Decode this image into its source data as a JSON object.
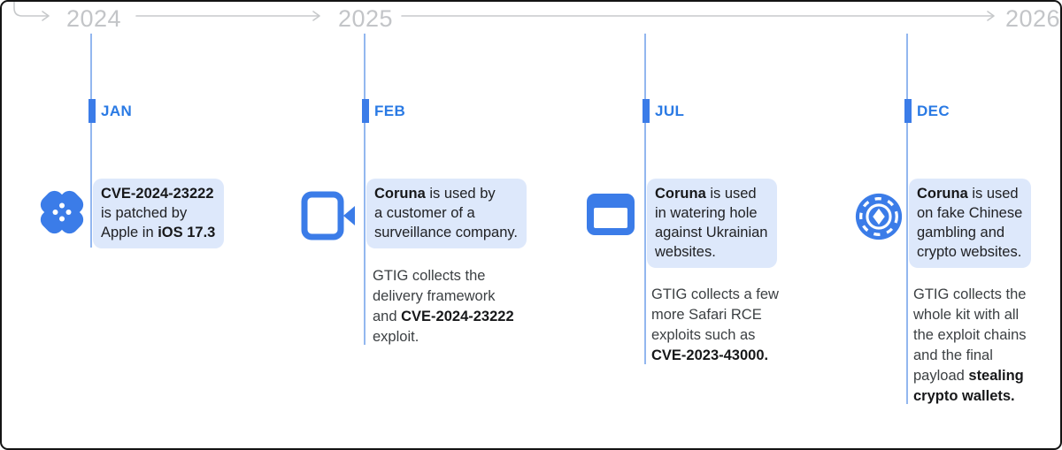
{
  "colors": {
    "accent": "#3b7ce8",
    "month": "#2a7ae4",
    "line": "#93b7ef",
    "box_bg": "#dde8fb",
    "year": "#c3c5c8",
    "arrow": "#c7c9cb",
    "text": "#202124",
    "note_text": "#3c4043",
    "border": "#141414"
  },
  "years": [
    "2024",
    "2025",
    "2026"
  ],
  "columns": [
    {
      "month": "JAN",
      "icon": "bandage-patch-icon",
      "box": [
        [
          {
            "t": "CVE-2024-23222",
            "b": true
          }
        ],
        [
          {
            "t": "is patched by",
            "b": false
          }
        ],
        [
          {
            "t": "Apple in ",
            "b": false
          },
          {
            "t": "iOS 17.3",
            "b": true
          }
        ]
      ],
      "note": []
    },
    {
      "month": "FEB",
      "icon": "video-camera-icon",
      "box": [
        [
          {
            "t": "Coruna",
            "b": true
          },
          {
            "t": " is used by",
            "b": false
          }
        ],
        [
          {
            "t": "a customer of a",
            "b": false
          }
        ],
        [
          {
            "t": "surveillance company.",
            "b": false
          }
        ]
      ],
      "note": [
        [
          {
            "t": "GTIG collects the",
            "b": false
          }
        ],
        [
          {
            "t": "delivery framework",
            "b": false
          }
        ],
        [
          {
            "t": "and ",
            "b": false
          },
          {
            "t": "CVE-2024-23222",
            "b": true
          }
        ],
        [
          {
            "t": "exploit.",
            "b": false
          }
        ]
      ]
    },
    {
      "month": "JUL",
      "icon": "browser-window-icon",
      "box": [
        [
          {
            "t": "Coruna",
            "b": true
          },
          {
            "t": " is used",
            "b": false
          }
        ],
        [
          {
            "t": "in watering hole",
            "b": false
          }
        ],
        [
          {
            "t": "against Ukrainian",
            "b": false
          }
        ],
        [
          {
            "t": "websites.",
            "b": false
          }
        ]
      ],
      "note": [
        [
          {
            "t": "GTIG collects a few",
            "b": false
          }
        ],
        [
          {
            "t": "more Safari RCE",
            "b": false
          }
        ],
        [
          {
            "t": "exploits such as",
            "b": false
          }
        ],
        [
          {
            "t": "CVE-2023-43000.",
            "b": true
          }
        ]
      ]
    },
    {
      "month": "DEC",
      "icon": "casino-chip-icon",
      "box": [
        [
          {
            "t": "Coruna",
            "b": true
          },
          {
            "t": " is used",
            "b": false
          }
        ],
        [
          {
            "t": "on fake Chinese",
            "b": false
          }
        ],
        [
          {
            "t": "gambling and",
            "b": false
          }
        ],
        [
          {
            "t": "crypto websites.",
            "b": false
          }
        ]
      ],
      "note": [
        [
          {
            "t": "GTIG collects the",
            "b": false
          }
        ],
        [
          {
            "t": "whole kit with all",
            "b": false
          }
        ],
        [
          {
            "t": "the exploit chains",
            "b": false
          }
        ],
        [
          {
            "t": "and the final",
            "b": false
          }
        ],
        [
          {
            "t": "payload ",
            "b": false
          },
          {
            "t": "stealing",
            "b": true
          }
        ],
        [
          {
            "t": "crypto wallets.",
            "b": true
          }
        ]
      ]
    }
  ]
}
